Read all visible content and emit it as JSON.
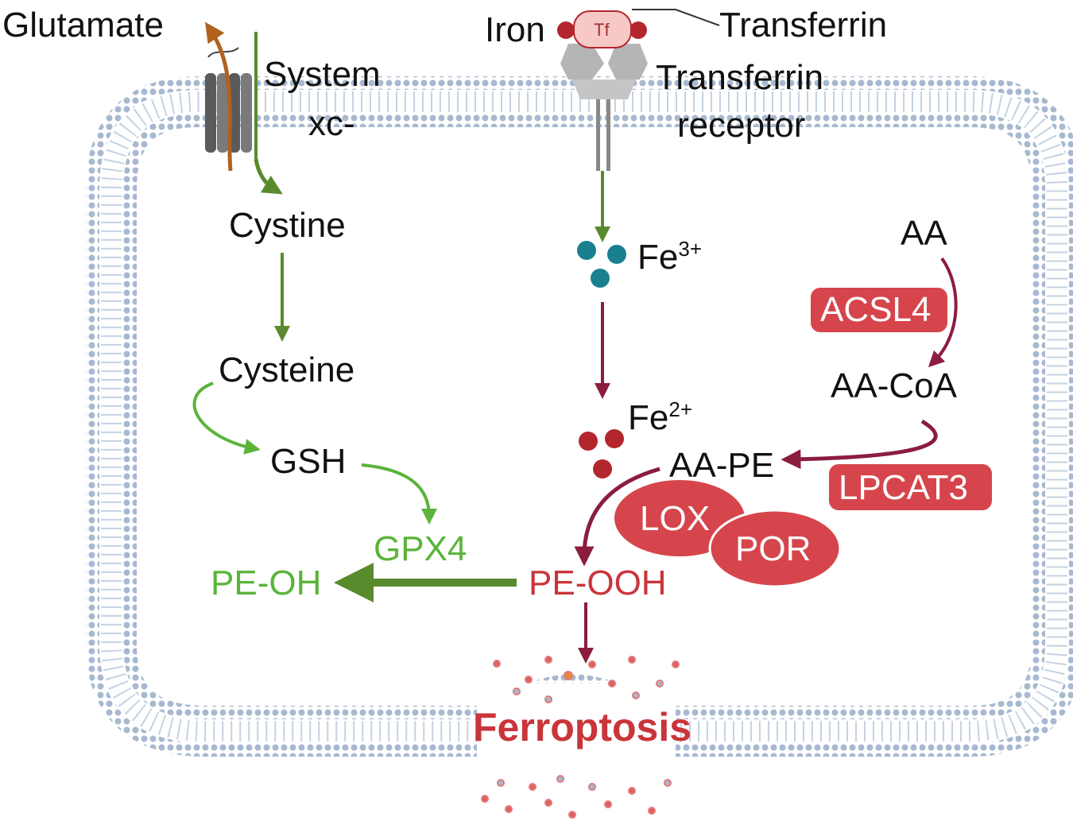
{
  "labels": {
    "glutamate": "Glutamate",
    "system_line1": "System",
    "system_line2": "xc-",
    "iron": "Iron",
    "tf": "Tf",
    "transferrin": "Transferrin",
    "tfr_line1": "Transferrin",
    "tfr_line2": "receptor",
    "cystine": "Cystine",
    "cysteine": "Cysteine",
    "gsh": "GSH",
    "gpx4": "GPX4",
    "pe_oh": "PE-OH",
    "fe3_base": "Fe",
    "fe3_sup": "3+",
    "fe2_base": "Fe",
    "fe2_sup": "2+",
    "aa": "AA",
    "acsl4": "ACSL4",
    "aa_coa": "AA-CoA",
    "aa_pe": "AA-PE",
    "lpcat3": "LPCAT3",
    "lox": "LOX",
    "por": "POR",
    "pe_ooh": "PE-OOH",
    "ferroptosis": "Ferroptosis"
  },
  "colors": {
    "membrane": "#9fb3cc",
    "green_arrow": "#5a8a2e",
    "light_green": "#5ab43a",
    "maroon": "#8b1d3f",
    "enzyme_red": "#d6454b",
    "iron_red": "#b3262e",
    "fe3_teal": "#1a7f8f",
    "glutamate_arrow": "#b0621e",
    "tf_pink": "#f6c9c6"
  }
}
